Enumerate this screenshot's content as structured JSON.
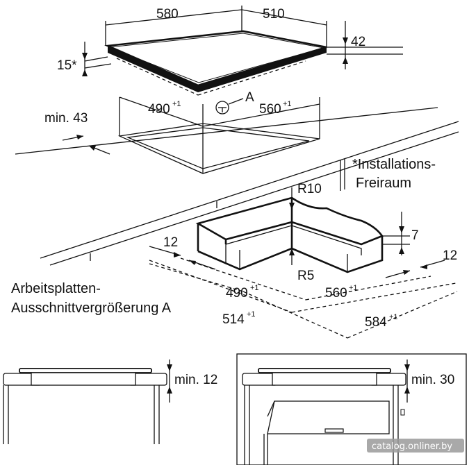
{
  "top_view": {
    "dim_width": "580",
    "dim_depth": "510",
    "dim_height": "42",
    "dim_edge": "15*",
    "cut_width": "490",
    "cut_width_tol": "+1",
    "cut_depth": "560",
    "cut_depth_tol": "+1",
    "detail_marker": "A",
    "min_front": "min. 43"
  },
  "note": {
    "line1": "*Installations-",
    "line2": "Freiraum"
  },
  "detail": {
    "caption_line1": "Arbeitsplatten-",
    "caption_line2": "Ausschnittvergrößerung A",
    "radius_outer": "R10",
    "radius_inner": "R5",
    "step_left": "12",
    "step_right": "12",
    "step_height": "7",
    "inner_width": "490",
    "inner_width_tol": "+1",
    "inner_depth": "560",
    "inner_depth_tol": "+1",
    "outer_width": "514",
    "outer_width_tol": "+1",
    "outer_depth": "584",
    "outer_depth_tol": "+1"
  },
  "section_left": {
    "gap": "min. 12"
  },
  "section_right": {
    "gap": "min. 30"
  },
  "watermark": "catalog.onliner.by"
}
